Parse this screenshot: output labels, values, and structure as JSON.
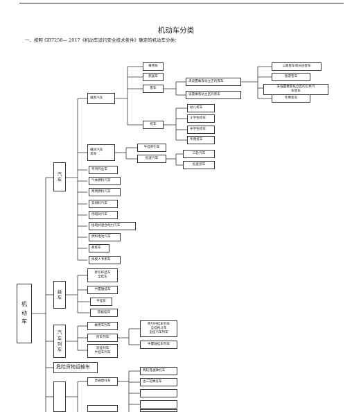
{
  "title": "机动车分类",
  "subtitle": "一、按照 GB7258— 2017《机动车运行安全技术条件》确定的机动车分类：",
  "nodes": {
    "root": "机\n动\n车",
    "auto": "汽\n车",
    "trailer": "挂\n车",
    "train": "汽\n车\n列\n车",
    "hazmat": "危险货物运输车",
    "moto": "",
    "passenger": "载客汽车",
    "freight": "载货汽车\n货车",
    "special_op": "专项作业车",
    "gasoline": "气体燃料汽车",
    "dual_fuel": "两用燃料汽车",
    "bi_fuel": "双燃料汽车",
    "pure_ev": "纯电动汽车",
    "hybrid": "插电式混合动力汽车",
    "fuel_cell": "燃料电池汽车",
    "training": "教练车",
    "disabled": "残疾人专用车",
    "p_car": "乘用车",
    "p_old": "旅居车",
    "p_bus": "客车",
    "p_school": "校车",
    "bus_no_std": "未设置乘客站立区的客车",
    "bus_std": "设置乘客站立区的客车",
    "bus_highway": "公路客车或长途客车",
    "bus_tour": "旅游客车",
    "bus_urban": "未设置乘客站立区的公共汽\n车客车",
    "bus_special": "专用客车",
    "sch_kinder": "幼儿校车",
    "sch_primary": "小学生校车",
    "sch_middle": "中学生校车",
    "sch_special": "专用校车",
    "f_semi": "半挂牵引车",
    "f_lowspeed": "低速汽车",
    "ls_tri": "三轮汽车",
    "ls_truck": "低速货车",
    "t_semi": "牵引杆挂车\n全挂车",
    "t_center": "中置轴挂车",
    "t_half": "半挂车",
    "t_side": "旅居挂车",
    "tr_passenger": "乘用车列车",
    "tr_truck": "货车列车",
    "tr_double": "双挂列车\n半挂车列车",
    "trt_a": "牵引杆挂车列车\n全挂拖斗车\n全挂汽车列车",
    "trt_b": "中置轴挂车列车",
    "m_ordinary": "普通摩托车",
    "m_two": "两轮普通摩托车",
    "m_side": "边三轮摩托车",
    "m_e1": "",
    "m_e2": "",
    "m_e3": "",
    "m_e4": ""
  }
}
